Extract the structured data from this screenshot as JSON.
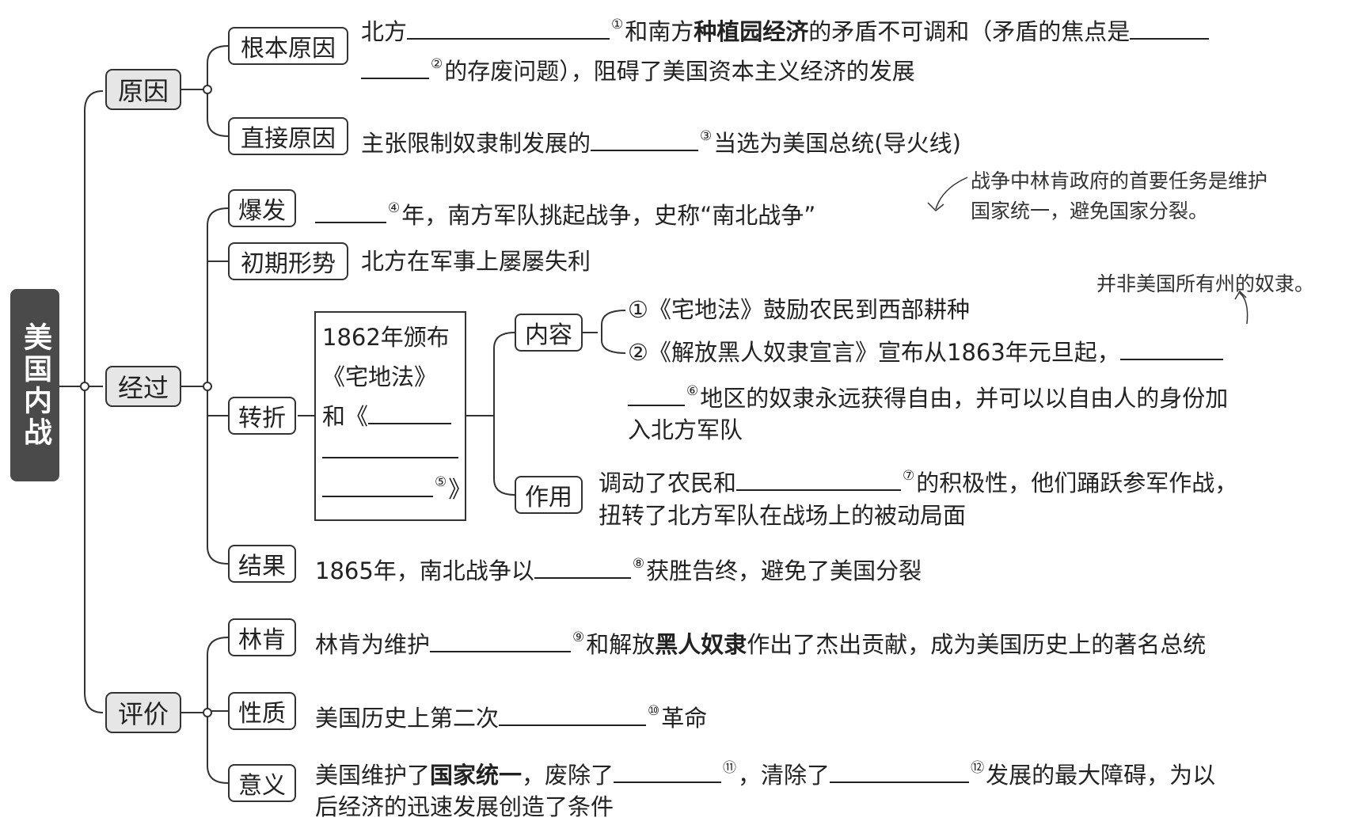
{
  "root": "美国内战",
  "sections": {
    "cause": "原因",
    "process": "经过",
    "evaluation": "评价"
  },
  "nodes": {
    "fundamental": "根本原因",
    "direct": "直接原因",
    "outbreak": "爆发",
    "early": "初期形势",
    "turning": "转折",
    "result": "结果",
    "content": "内容",
    "effect": "作用",
    "lincoln": "林肯",
    "nature": "性质",
    "significance": "意义"
  },
  "texts": {
    "fundamental_a": "北方",
    "fundamental_n1": "①",
    "fundamental_b": "和南方",
    "fundamental_bold": "种植园经济",
    "fundamental_c": "的矛盾不可调和（矛盾的焦点是",
    "fundamental_n2": "②",
    "fundamental_d": "的存废问题），阻碍了美国资本主义经济的发展",
    "direct_a": "主张限制奴隶制发展的",
    "direct_n3": "③",
    "direct_b": "当选为美国总统(导火线)",
    "outbreak_n4": "④",
    "outbreak_a": "年，南方军队挑起战争，史称“南北战争”",
    "early_a": "北方在军事上屡屡失利",
    "box_line1": "1862年颁布",
    "box_line2": "《宅地法》",
    "box_line3": "和《",
    "box_n5": "⑤",
    "box_end": "》",
    "content_1": "①《宅地法》鼓励农民到西部耕种",
    "content_2a": "②《解放黑人奴隶宣言》宣布从1863年元旦起，",
    "content_n6": "⑥",
    "content_2b": "地区的奴隶永远获得自由，并可以以自由人的身份加",
    "content_2c": "入北方军队",
    "effect_a": "调动了农民和",
    "effect_n7": "⑦",
    "effect_b": "的积极性，他们踊跃参军作战，",
    "effect_c": "扭转了北方军队在战场上的被动局面",
    "result_a": "1865年，南北战争以",
    "result_n8": "⑧",
    "result_b": "获胜告终，避免了美国分裂",
    "lincoln_a": "林肯为维护",
    "lincoln_n9": "⑨",
    "lincoln_b": "和解放",
    "lincoln_bold": "黑人奴隶",
    "lincoln_c": "作出了杰出贡献，成为美国历史上的著名总统",
    "nature_a": "美国历史上第二次",
    "nature_n10": "⑩",
    "nature_b": "革命",
    "sig_a": "美国维护了",
    "sig_bold": "国家统一",
    "sig_b": "，废除了",
    "sig_n11": "⑪",
    "sig_c": "，清除了",
    "sig_n12": "⑫",
    "sig_d": "发展的最大障碍，为以",
    "sig_e": "后经济的迅速发展创造了条件"
  },
  "notes": {
    "note1_line1": "战争中林肯政府的首要任务是维护",
    "note1_line2": "国家统一，避免国家分裂。",
    "note2": "并非美国所有州的奴隶。"
  }
}
